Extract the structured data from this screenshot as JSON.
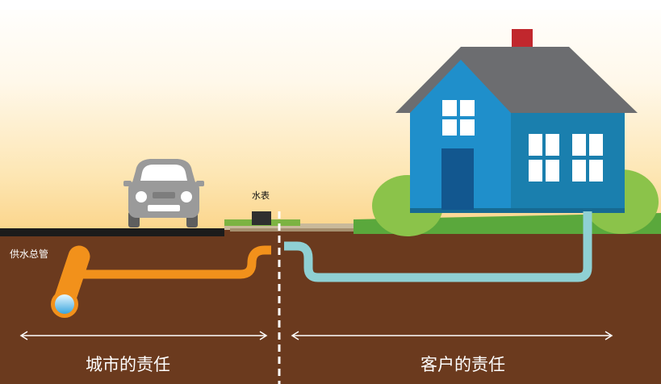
{
  "labels": {
    "water_meter": "水表",
    "water_main": "供水总管",
    "city_responsibility": "城市的责任",
    "customer_responsibility": "客户的责任"
  },
  "colors": {
    "soil": "#6b3a1e",
    "city_pipe": "#f2911b",
    "customer_pipe": "#8fd0d3",
    "house_left": "#1f8fcb",
    "house_right": "#1a7fae",
    "roof": "#6c6d70",
    "chimney": "#c1272d",
    "lawn": "#5aa83c",
    "road": "#1b1b1b"
  },
  "icons": [
    "car-icon",
    "house-icon",
    "water-meter-icon"
  ]
}
